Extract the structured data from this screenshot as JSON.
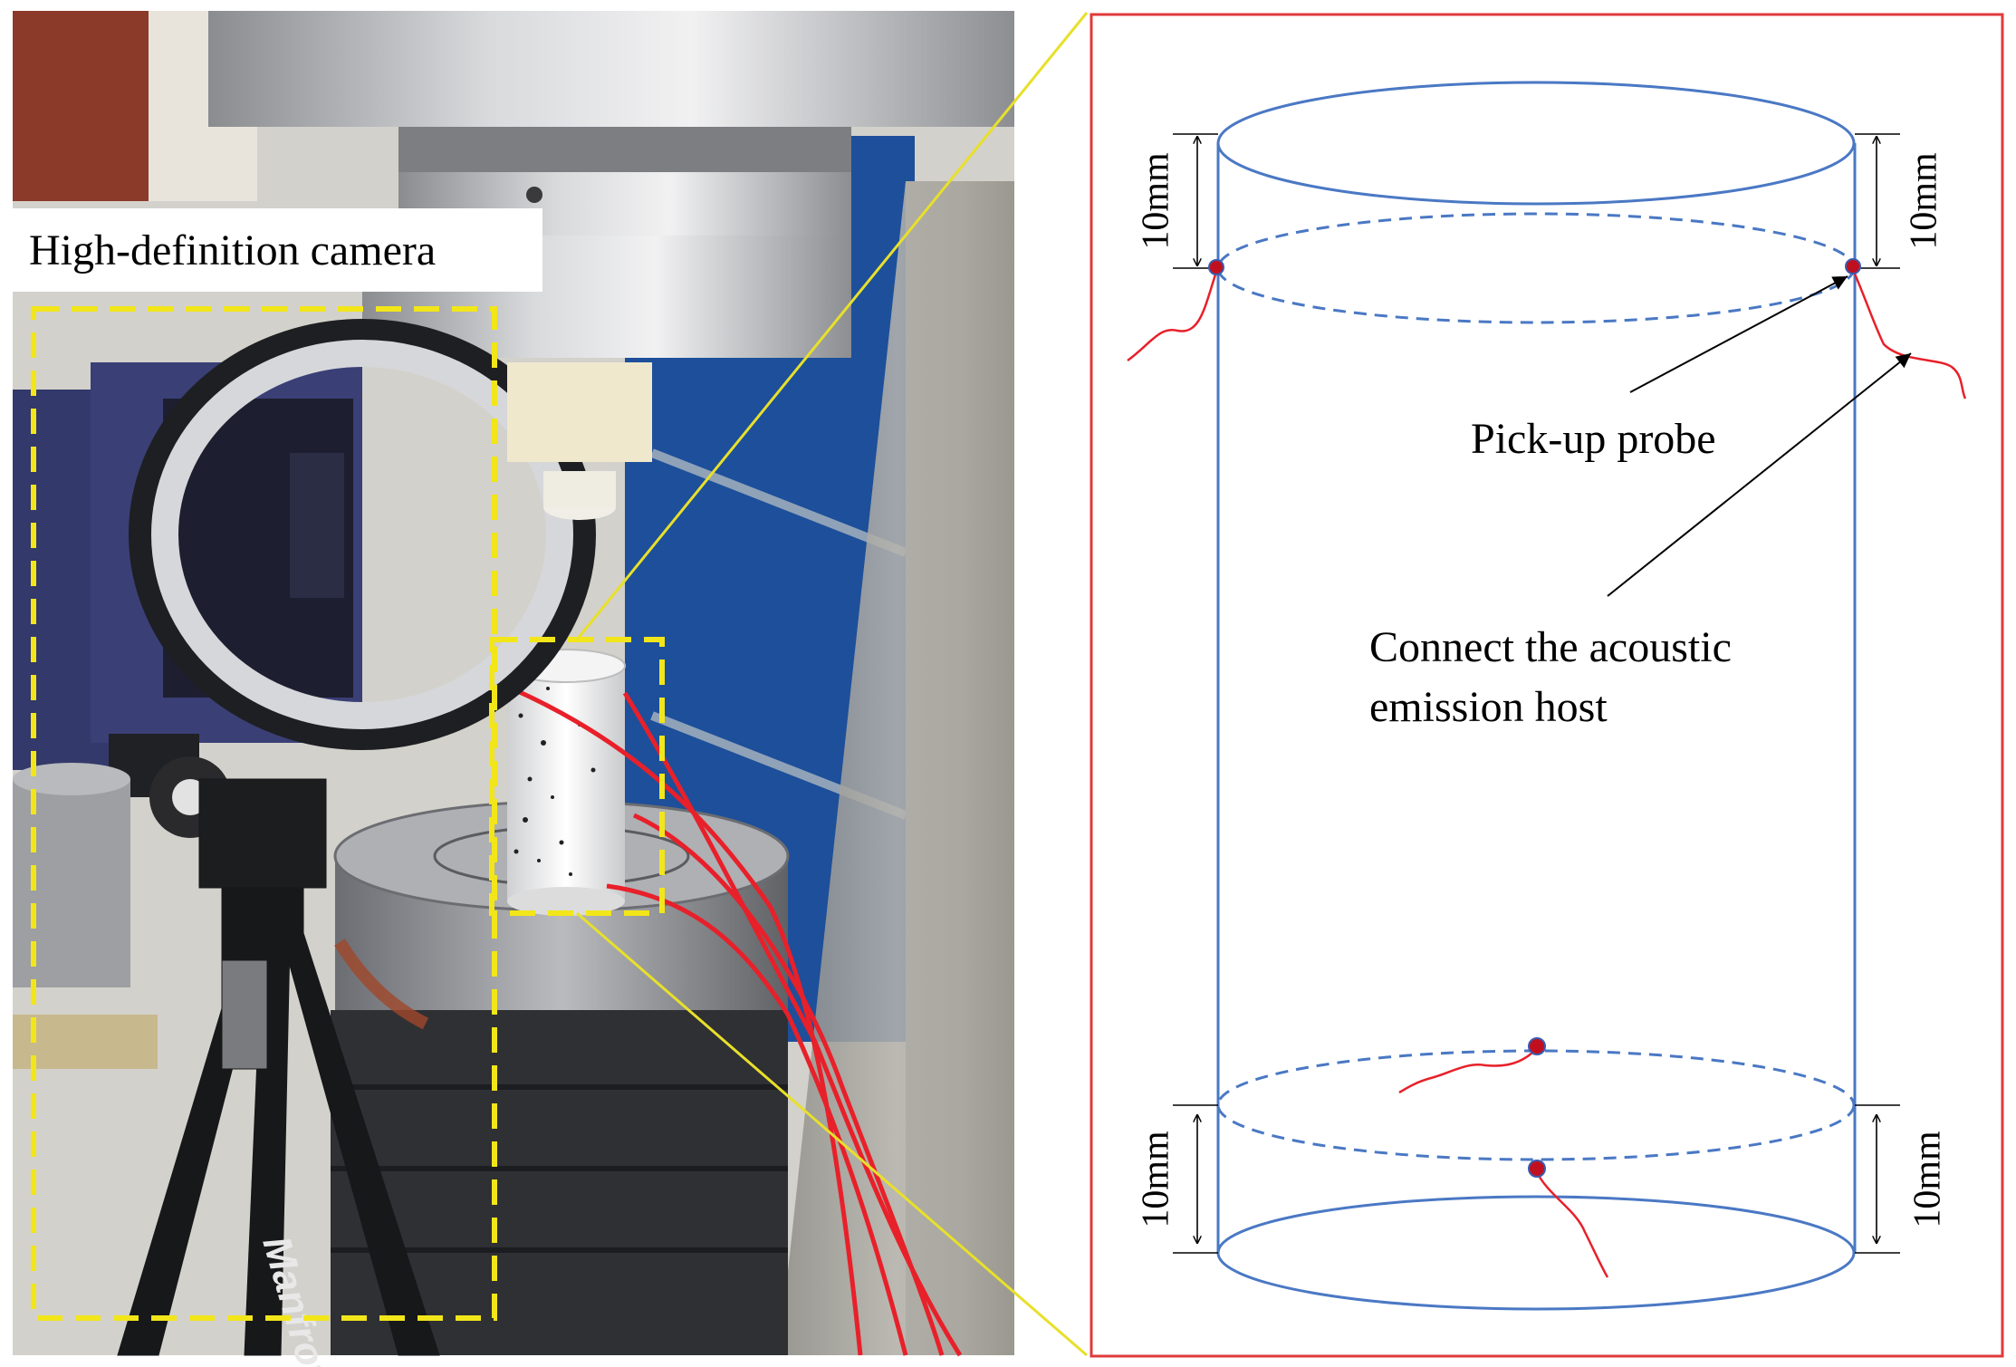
{
  "photo_panel": {
    "camera_label": "High-definition camera",
    "tripod_brand": "Manfrotto",
    "highlight_color": "#f2e61a"
  },
  "schematic_panel": {
    "border_color": "#e03a3a",
    "cylinder_color": "#4a78c4",
    "probe_color": "#c01020",
    "wire_color": "#e8202a",
    "dim_top_left": "10mm",
    "dim_top_right": "10mm",
    "dim_bottom_left": "10mm",
    "dim_bottom_right": "10mm",
    "probe_label": "Pick-up probe",
    "host_label_line1": "Connect the acoustic",
    "host_label_line2": "emission host"
  }
}
